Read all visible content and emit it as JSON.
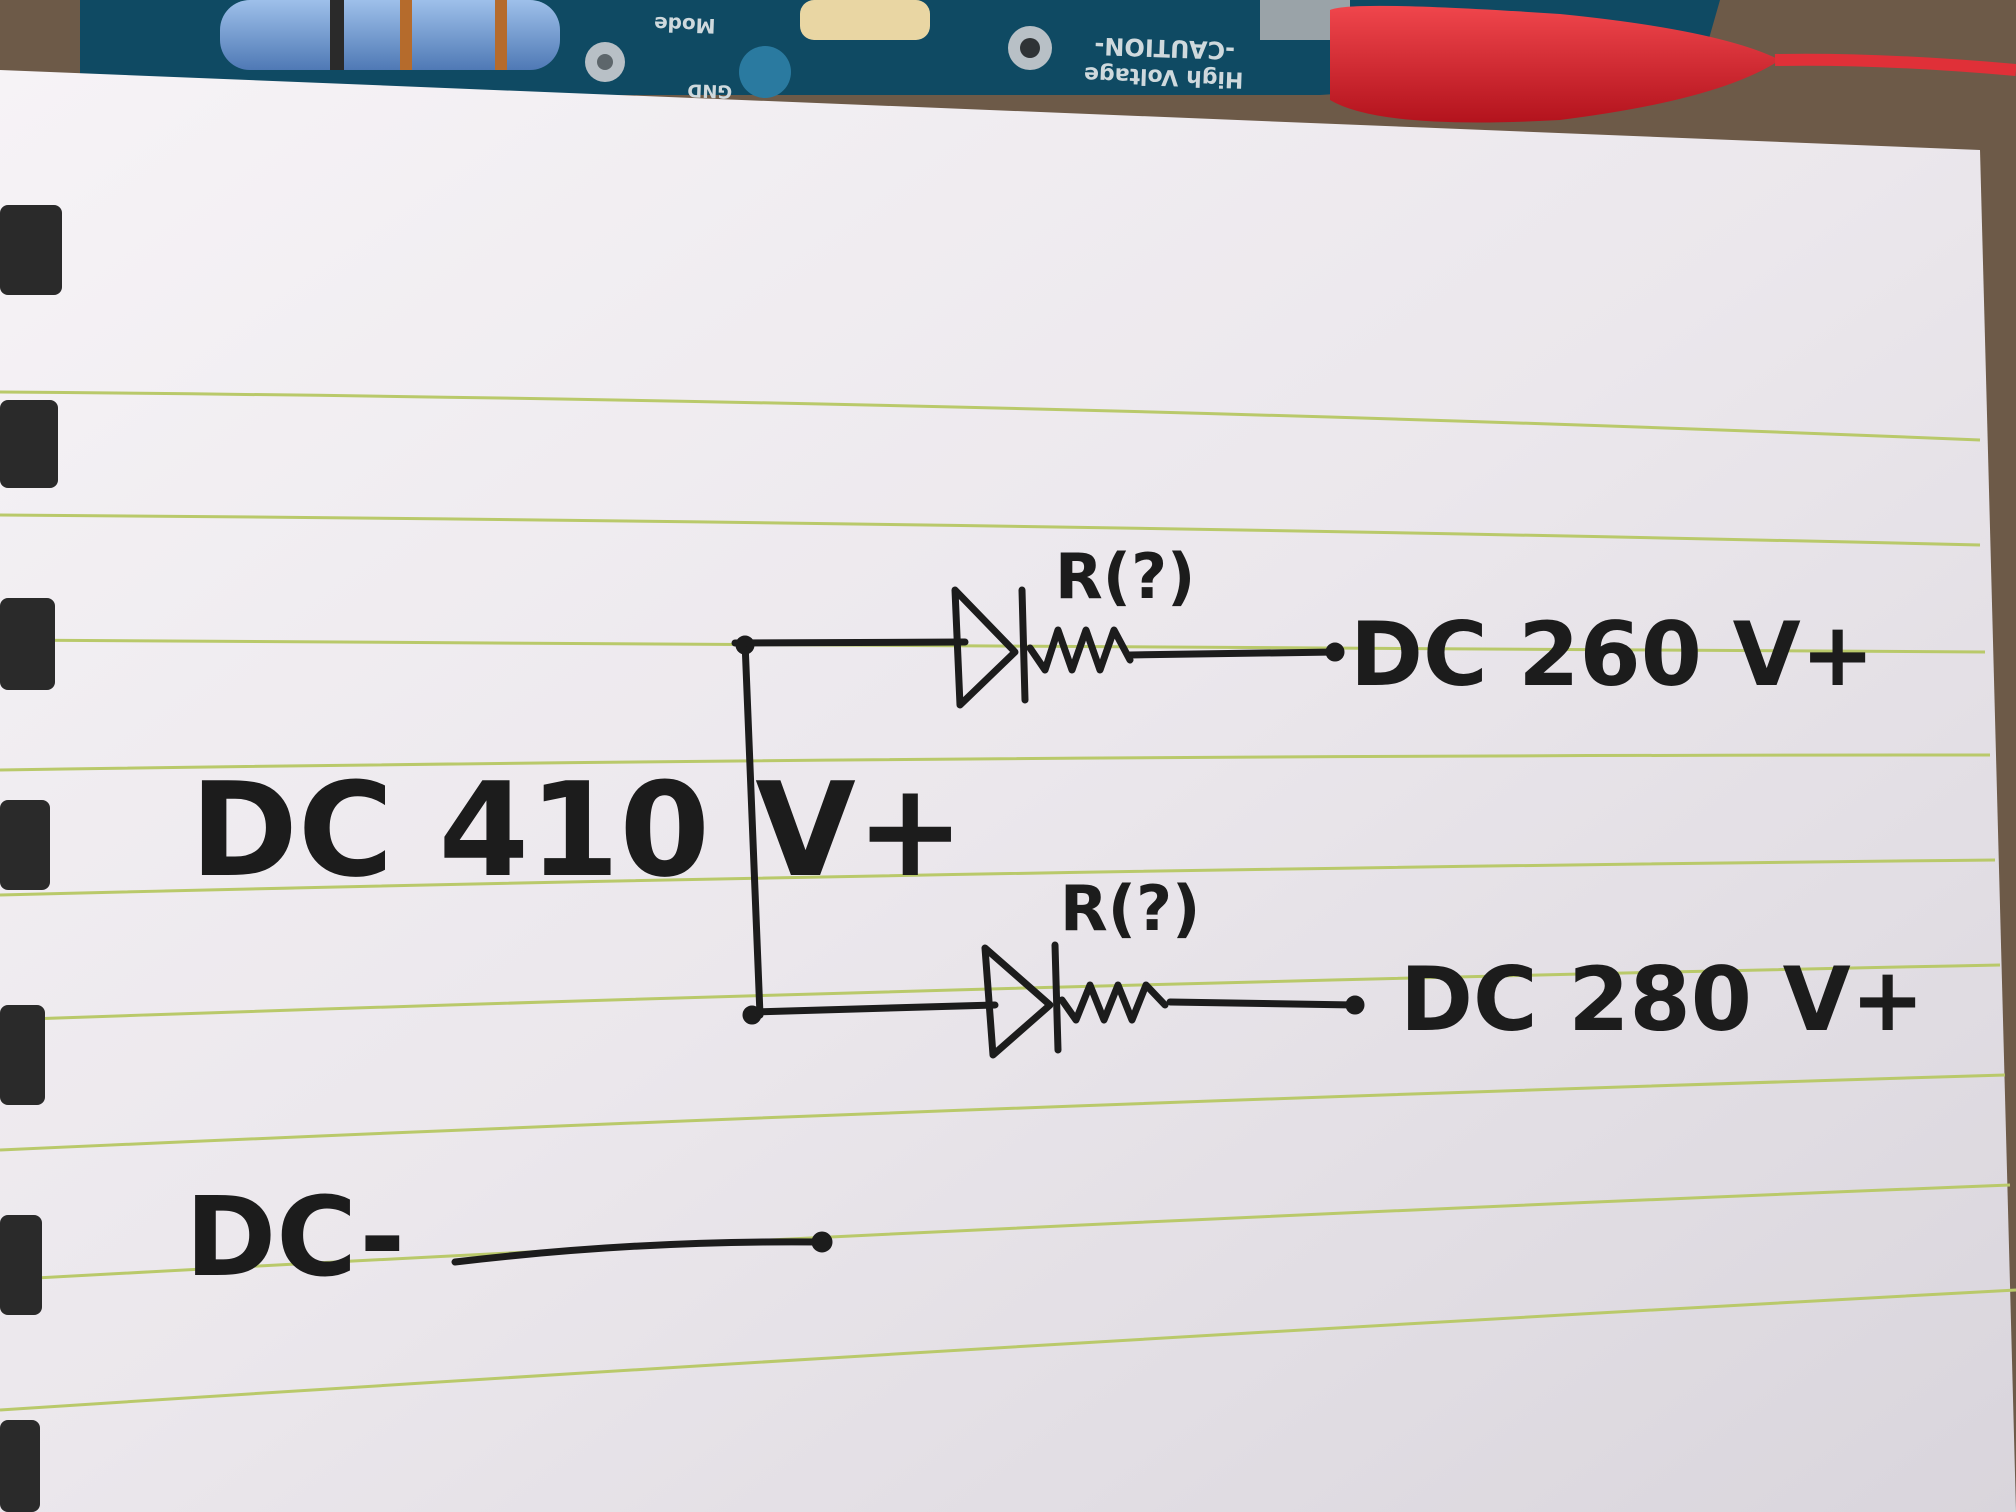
{
  "pcb": {
    "caution": "-CAUTION-",
    "high_voltage": "High Voltage",
    "mode": "Mode",
    "gnd": "GND"
  },
  "diagram": {
    "input_label": "DC 410 V+",
    "ground_label": "DC-",
    "branches": [
      {
        "resistor_label": "R(?)",
        "output_label": "DC 280 V+"
      },
      {
        "resistor_label": "R(?)",
        "output_label": "DC 260 V+"
      }
    ]
  },
  "colors": {
    "ink": "#1c1c1c",
    "paper": "#eeeaee",
    "rule_line": "#b9c96a",
    "pcb": "#0f4a63",
    "clip": "#d4202a"
  }
}
